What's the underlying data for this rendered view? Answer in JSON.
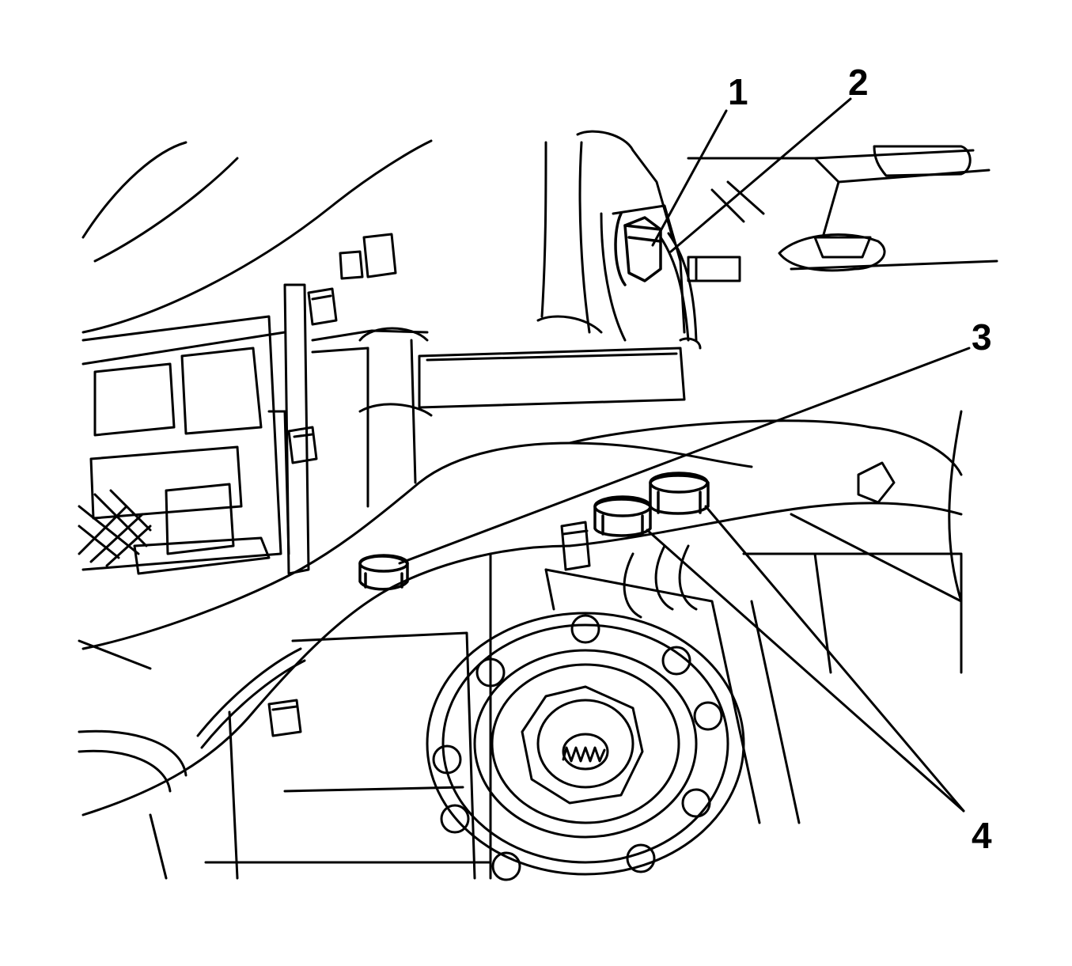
{
  "figure": {
    "colors": {
      "line": "#000000",
      "background": "#ffffff"
    },
    "callouts": [
      {
        "id": "1",
        "label": "1"
      },
      {
        "id": "2",
        "label": "2"
      },
      {
        "id": "3",
        "label": "3"
      },
      {
        "id": "4",
        "label": "4"
      }
    ]
  }
}
